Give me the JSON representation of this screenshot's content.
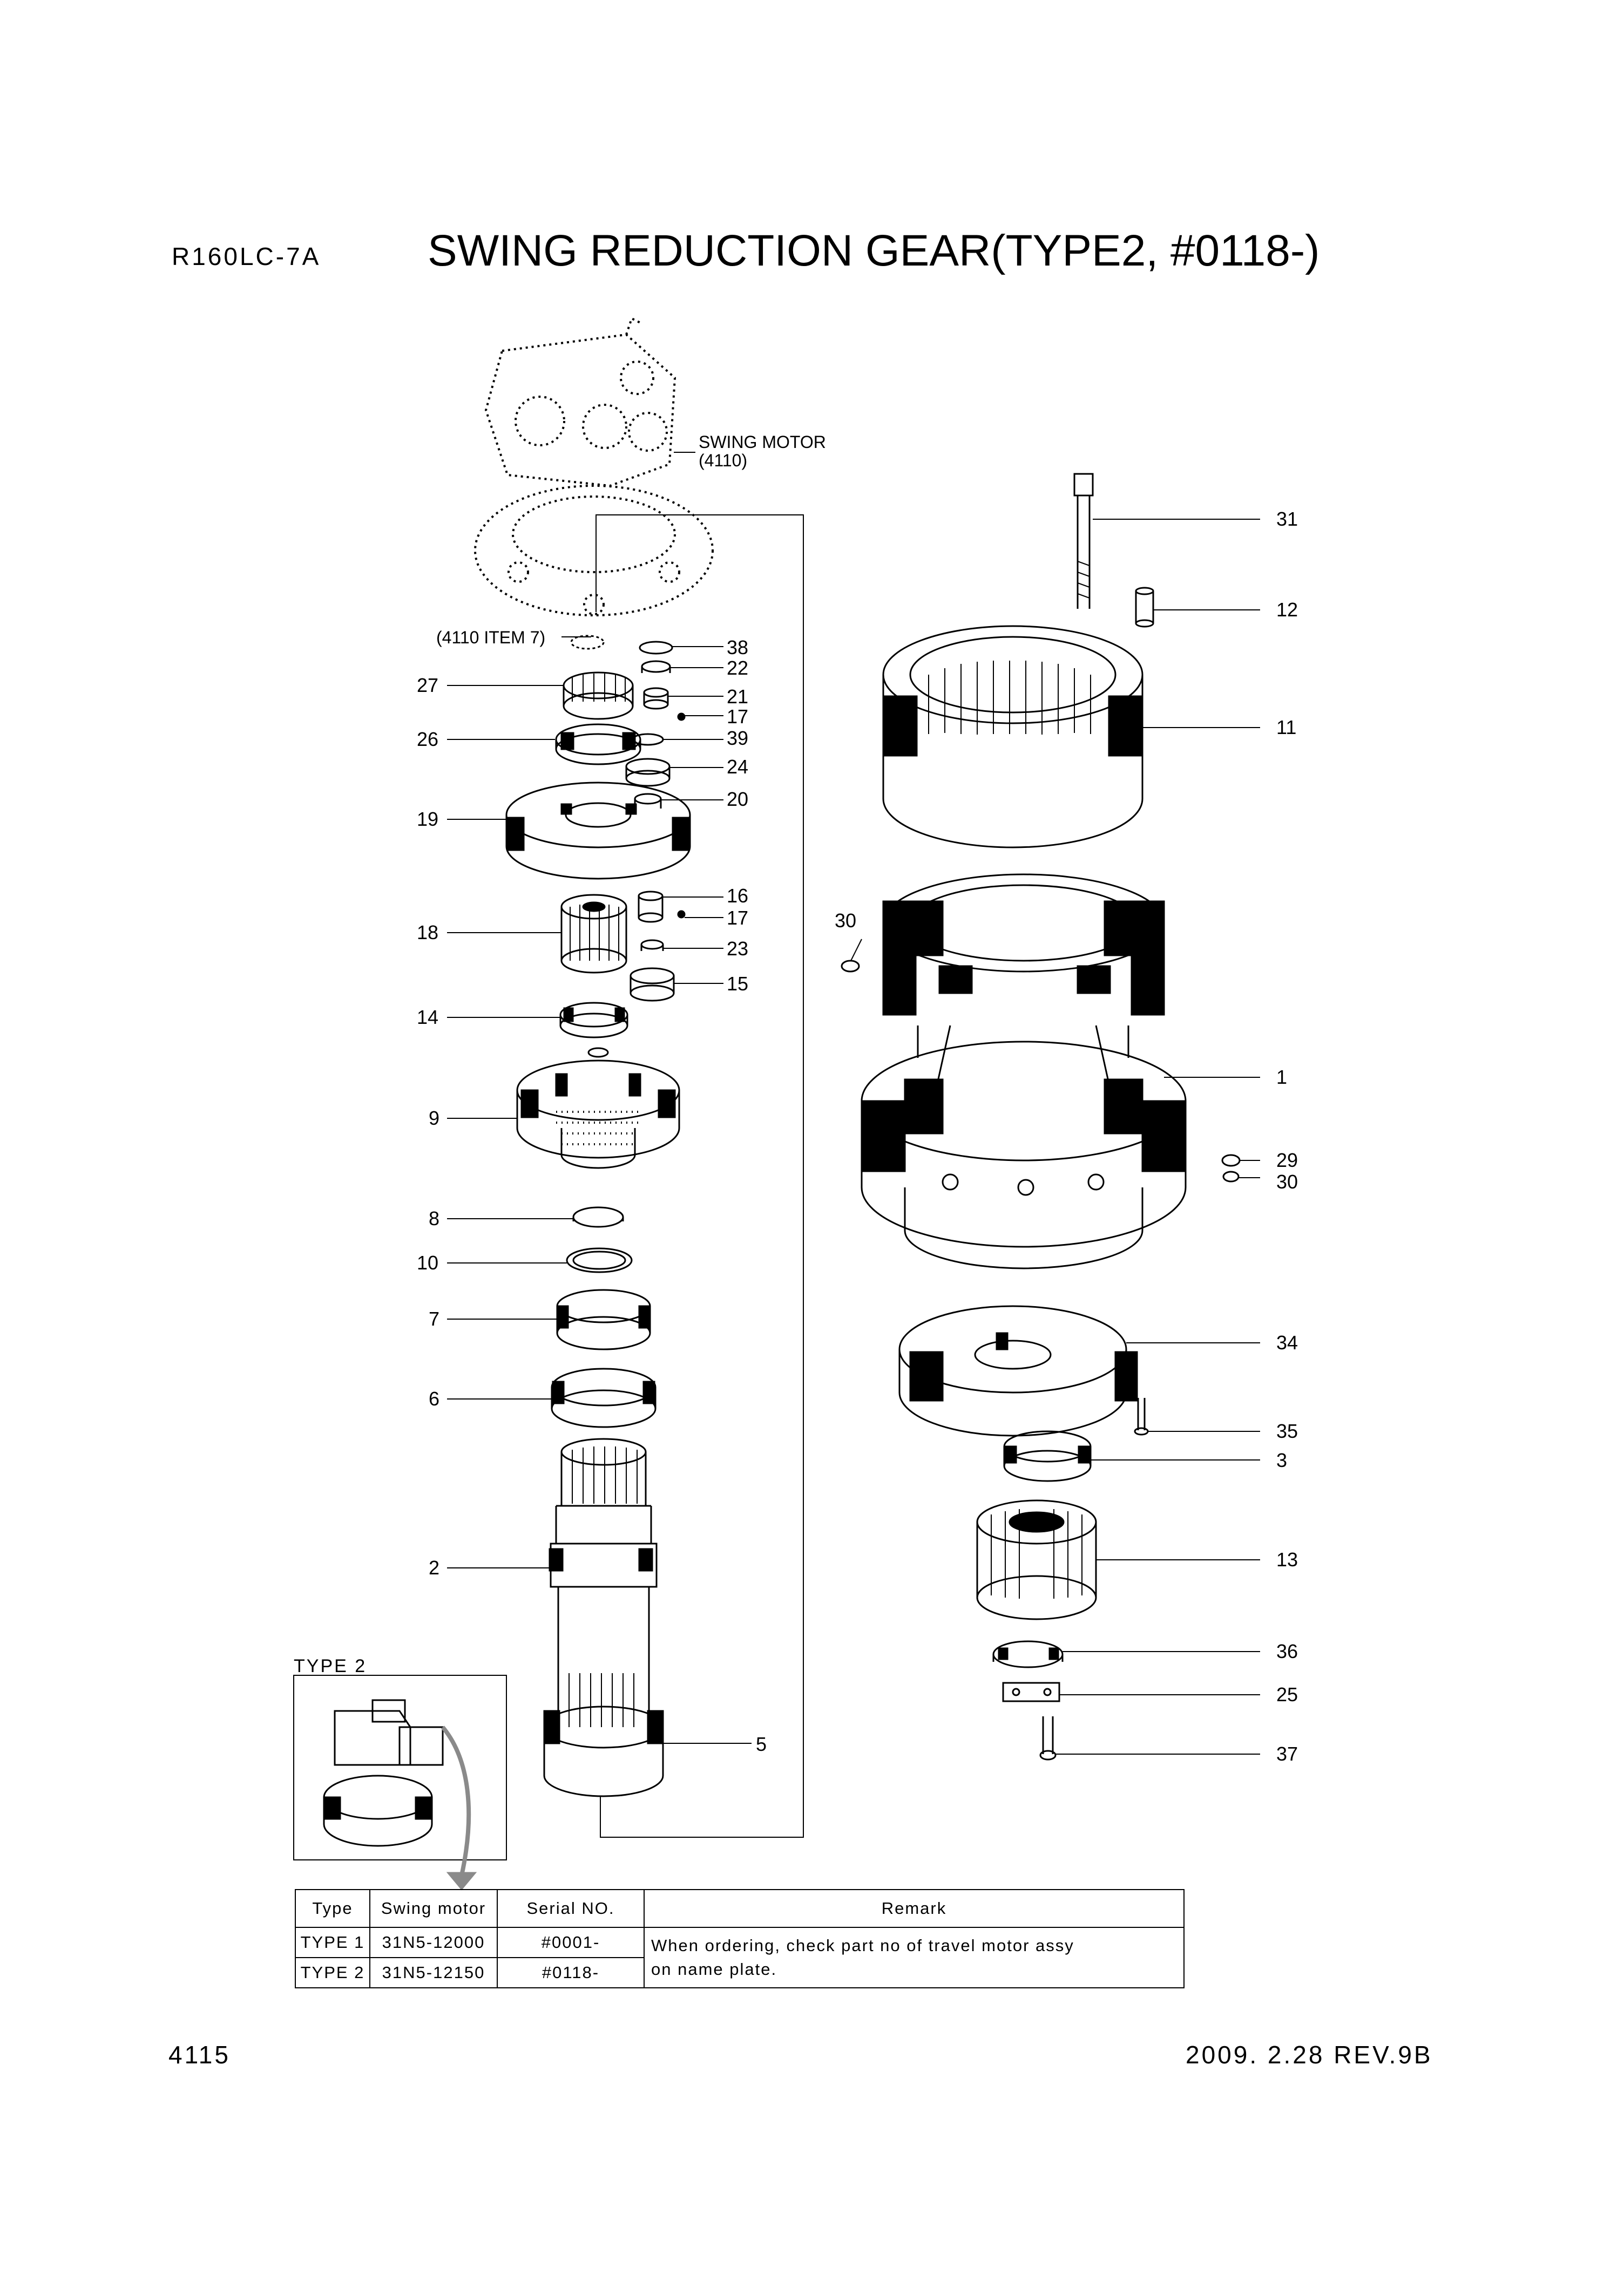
{
  "header": {
    "model": "R160LC-7A",
    "title": "SWING REDUCTION GEAR(TYPE2, #0118-)"
  },
  "drawing": {
    "motor_label_line1": "SWING MOTOR",
    "motor_label_line2": "(4110)",
    "item_ref_label": "(4110 ITEM 7)",
    "type2_label": "TYPE 2",
    "callouts_left": [
      "38",
      "22",
      "21",
      "17",
      "39",
      "24",
      "20",
      "16",
      "17",
      "23",
      "15",
      "5"
    ],
    "callouts_leftside": [
      "27",
      "26",
      "19",
      "18",
      "14",
      "9",
      "8",
      "10",
      "7",
      "6",
      "2"
    ],
    "callouts_right": [
      "31",
      "12",
      "11",
      "30",
      "1",
      "29",
      "30",
      "34",
      "35",
      "3",
      "13",
      "36",
      "25",
      "37"
    ]
  },
  "table": {
    "headers": [
      "Type",
      "Swing motor",
      "Serial NO.",
      "Remark"
    ],
    "rows": [
      {
        "type": "TYPE 1",
        "motor": "31N5-12000",
        "serial": "#0001-"
      },
      {
        "type": "TYPE 2",
        "motor": "31N5-12150",
        "serial": "#0118-"
      }
    ],
    "remark_line1": "When ordering, check part no of travel motor assy",
    "remark_line2": "on name plate."
  },
  "footer": {
    "page": "4115",
    "revision": "2009. 2.28  REV.9B"
  }
}
